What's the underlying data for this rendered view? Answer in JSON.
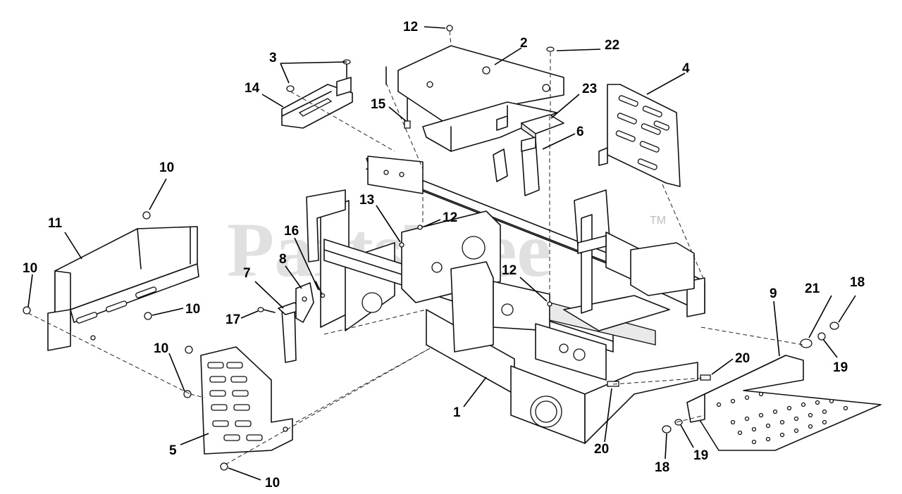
{
  "watermark": {
    "text": "PartsTree",
    "tm": "TM"
  },
  "callouts": [
    {
      "id": "c-12-top",
      "label": "12"
    },
    {
      "id": "c-2",
      "label": "2"
    },
    {
      "id": "c-22",
      "label": "22"
    },
    {
      "id": "c-3",
      "label": "3"
    },
    {
      "id": "c-4",
      "label": "4"
    },
    {
      "id": "c-14",
      "label": "14"
    },
    {
      "id": "c-23",
      "label": "23"
    },
    {
      "id": "c-15",
      "label": "15"
    },
    {
      "id": "c-6",
      "label": "6"
    },
    {
      "id": "c-10-a",
      "label": "10"
    },
    {
      "id": "c-13",
      "label": "13"
    },
    {
      "id": "c-12-mid",
      "label": "12"
    },
    {
      "id": "c-11",
      "label": "11"
    },
    {
      "id": "c-16",
      "label": "16"
    },
    {
      "id": "c-10-b",
      "label": "10"
    },
    {
      "id": "c-8",
      "label": "8"
    },
    {
      "id": "c-7",
      "label": "7"
    },
    {
      "id": "c-12-low",
      "label": "12"
    },
    {
      "id": "c-21",
      "label": "21"
    },
    {
      "id": "c-18-a",
      "label": "18"
    },
    {
      "id": "c-9",
      "label": "9"
    },
    {
      "id": "c-10-c",
      "label": "10"
    },
    {
      "id": "c-17",
      "label": "17"
    },
    {
      "id": "c-10-d",
      "label": "10"
    },
    {
      "id": "c-19-a",
      "label": "19"
    },
    {
      "id": "c-20-a",
      "label": "20"
    },
    {
      "id": "c-1",
      "label": "1"
    },
    {
      "id": "c-5",
      "label": "5"
    },
    {
      "id": "c-20-b",
      "label": "20"
    },
    {
      "id": "c-18-b",
      "label": "18"
    },
    {
      "id": "c-19-b",
      "label": "19"
    },
    {
      "id": "c-10-e",
      "label": "10"
    }
  ]
}
